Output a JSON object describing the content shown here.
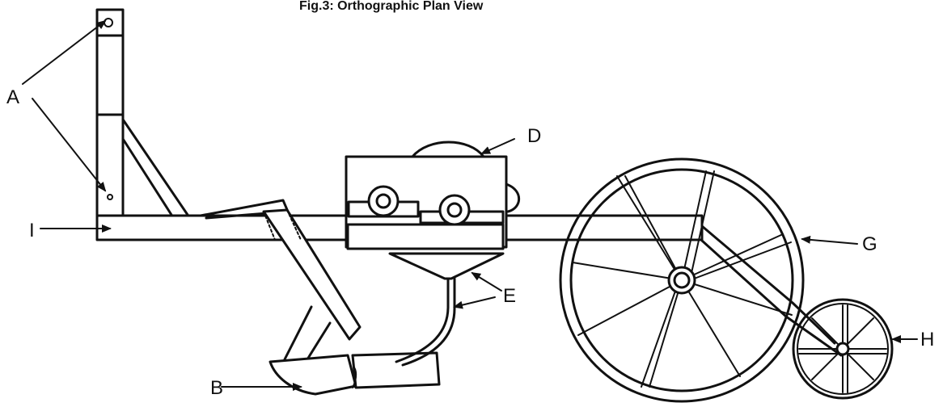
{
  "figure": {
    "title": "Fig.3:  Orthographic Plan View",
    "labels": {
      "A": "A",
      "B": "B",
      "D": "D",
      "E": "E",
      "G": "G",
      "H": "H",
      "I": "I"
    }
  },
  "colors": {
    "ink": "#111111",
    "background": "#ffffff"
  }
}
